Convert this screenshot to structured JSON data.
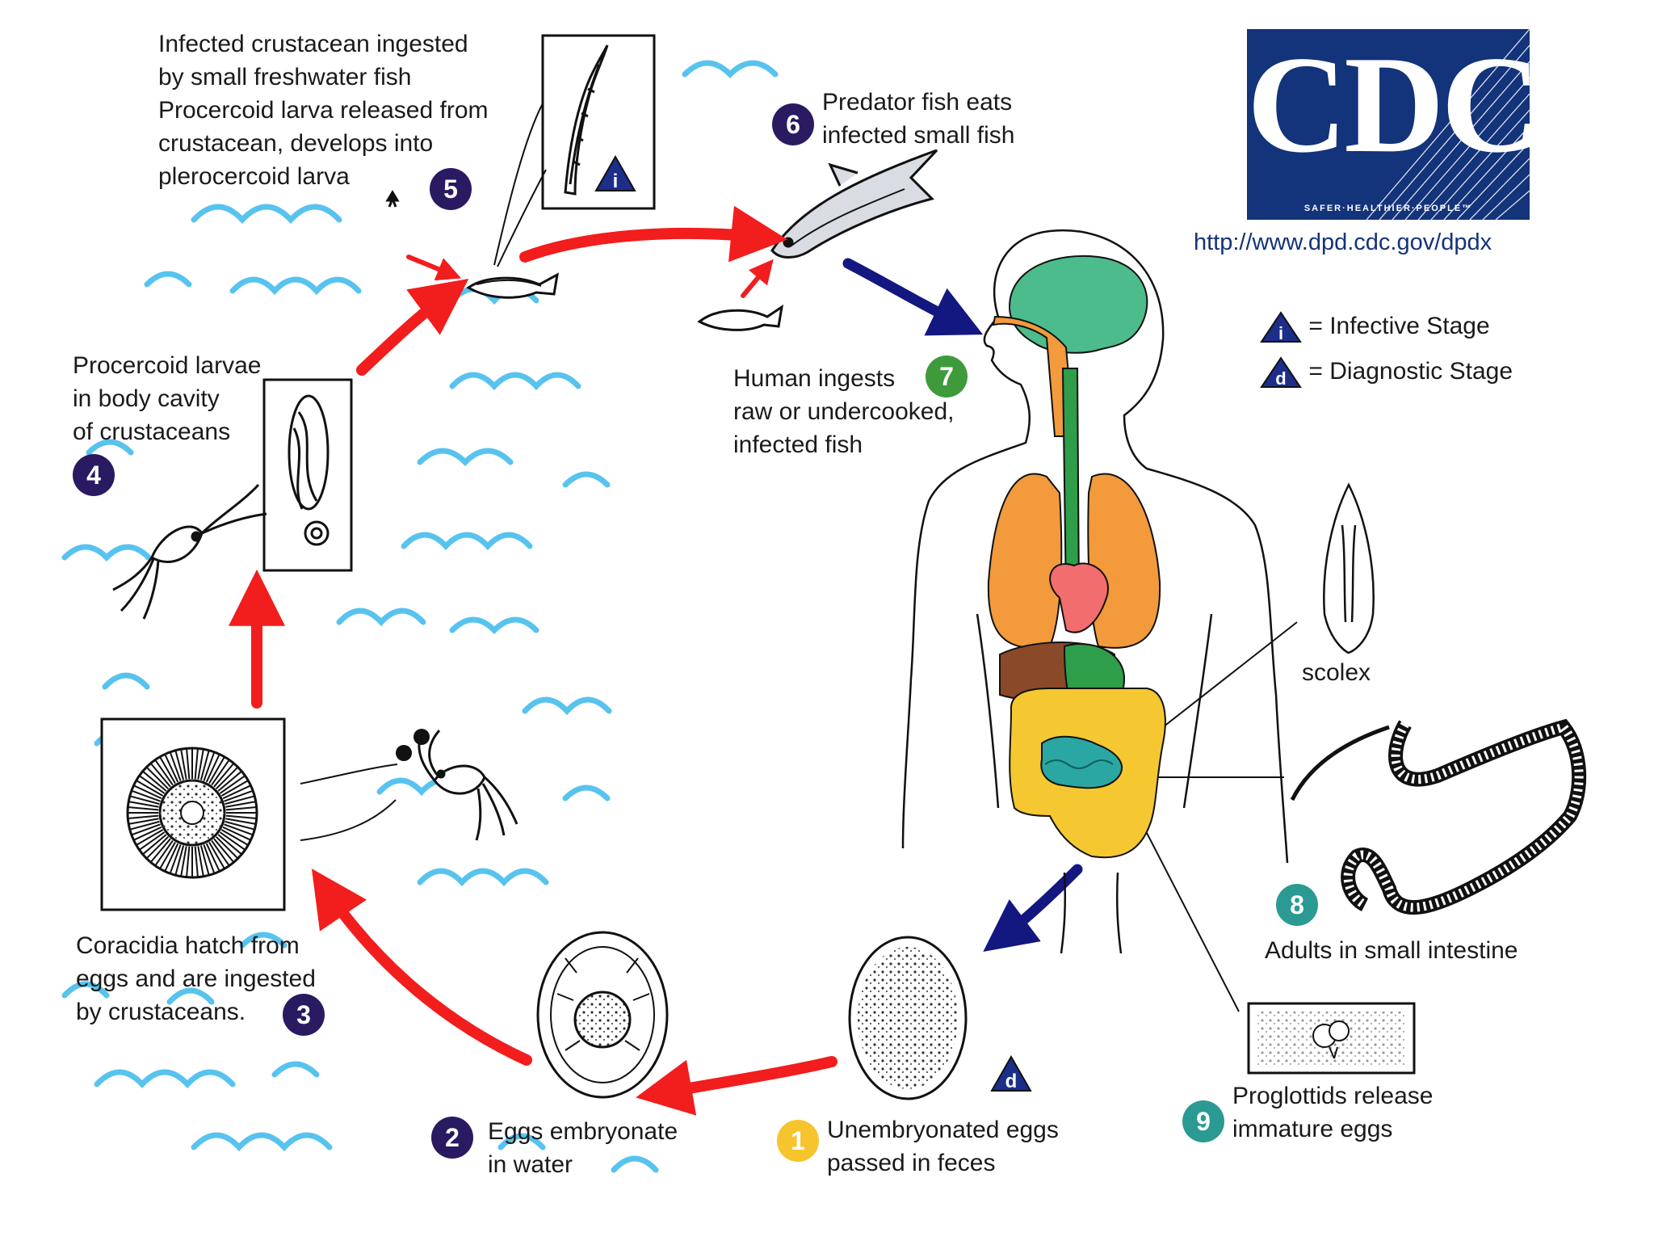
{
  "colors": {
    "ring_arrow": "#f21d1d",
    "host_arrow": "#131780",
    "water": "#57c3ee",
    "badge_purple": "#2a1a62",
    "badge_green": "#3f9a3c",
    "badge_teal": "#2b9a93",
    "badge_yellow": "#f6c42c",
    "stage_triangle": "#1c2d8a",
    "logo_blue": "#13337a",
    "brain": "#4cbc8c",
    "lungs": "#f29a3c",
    "heart": "#f26d6d",
    "stomach": "#2e9e4a",
    "colon": "#f5c832",
    "small_intestine": "#2aa7a2",
    "liver": "#8a4a2a"
  },
  "logo": {
    "wordmark": "CDC",
    "tagline": "SAFER·HEALTHIER·PEOPLE™",
    "url": "http://www.dpd.cdc.gov/dpdx"
  },
  "legend": {
    "infective": {
      "symbol": "i",
      "text": "= Infective Stage"
    },
    "diagnostic": {
      "symbol": "d",
      "text": "= Diagnostic Stage"
    }
  },
  "steps": [
    {
      "number": "1",
      "color": "yellow",
      "lines": [
        "Unembryonated eggs",
        "passed in feces"
      ]
    },
    {
      "number": "2",
      "color": "purple",
      "lines": [
        "Eggs embryonate",
        "in water"
      ]
    },
    {
      "number": "3",
      "color": "purple",
      "lines": [
        "Coracidia hatch from",
        "eggs and are ingested",
        "by crustaceans."
      ]
    },
    {
      "number": "4",
      "color": "purple",
      "lines": [
        "Procercoid larvae",
        "in body cavity",
        "of crustaceans"
      ]
    },
    {
      "number": "5",
      "color": "purple",
      "lines": [
        "Infected crustacean ingested",
        "by small freshwater fish",
        "Procercoid larva released from",
        "crustacean, develops into",
        "plerocercoid larva"
      ]
    },
    {
      "number": "6",
      "color": "purple",
      "lines": [
        "Predator fish eats",
        "infected small fish"
      ]
    },
    {
      "number": "7",
      "color": "green",
      "lines": [
        "Human ingests",
        "raw or undercooked,",
        "infected fish"
      ]
    },
    {
      "number": "8",
      "color": "teal",
      "lines": [
        "Adults in small intestine"
      ]
    },
    {
      "number": "9",
      "color": "teal",
      "lines": [
        "Proglottids release",
        "immature eggs"
      ]
    }
  ],
  "callouts": {
    "scolex": "scolex"
  },
  "stage_markers": {
    "plerocercoid": "i",
    "egg": "d"
  }
}
